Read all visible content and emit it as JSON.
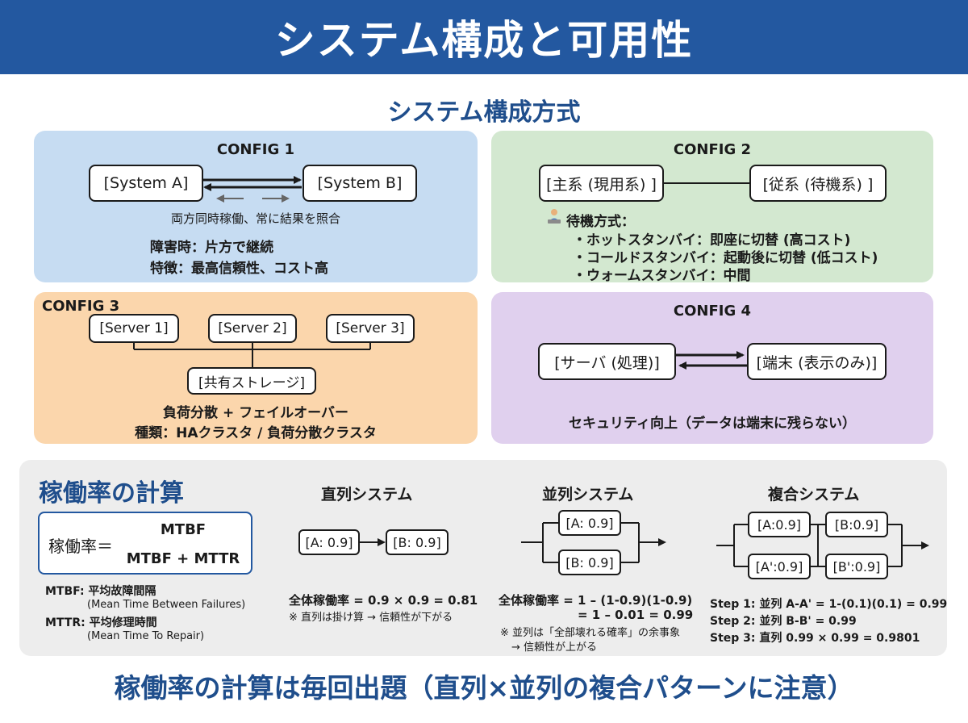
{
  "header": {
    "title": "システム構成と可用性"
  },
  "section_title": "システム構成方式",
  "config1": {
    "title": "CONFIG 1",
    "box_a": "[System A]",
    "box_b": "[System B]",
    "caption": "両方同時稼働、常に結果を照合",
    "line1": "障害時：片方で継続",
    "line2": "特徴：最高信頼性、コスト高"
  },
  "config2": {
    "title": "CONFIG 2",
    "box_main": "[主系 (現用系) ]",
    "box_sub": "[従系 (待機系) ]",
    "standby_icon": "person-at-computer-icon",
    "standby_label": "待機方式：",
    "items": [
      "・ホットスタンバイ：即座に切替 (高コスト)",
      "・コールドスタンバイ：起動後に切替 (低コスト)",
      "・ウォームスタンバイ：中間"
    ]
  },
  "config3": {
    "title": "CONFIG 3",
    "servers": [
      "[Server 1]",
      "[Server 2]",
      "[Server 3]"
    ],
    "storage": "[共有ストレージ]",
    "line1": "負荷分散 + フェイルオーバー",
    "line2": "種類：HAクラスタ / 負荷分散クラスタ"
  },
  "config4": {
    "title": "CONFIG 4",
    "box_server": "[サーバ (処理)]",
    "box_terminal": "[端末 (表示のみ)]",
    "caption": "セキュリティ向上（データは端末に残らない）"
  },
  "calc": {
    "title": "稼働率の計算",
    "formula_lhs": "稼働率＝",
    "numerator": "MTBF",
    "denominator": "MTBF + MTTR",
    "mtbf_label": "MTBF: 平均故障間隔",
    "mtbf_en": "(Mean Time Between Failures)",
    "mttr_label": "MTTR: 平均修理時間",
    "mttr_en": "(Mean Time To Repair)"
  },
  "series": {
    "title": "直列システム",
    "box_a": "[A: 0.9]",
    "box_b": "[B: 0.9]",
    "formula": "全体稼働率 = 0.9 × 0.9 = 0.81",
    "note": "※ 直列は掛け算 → 信頼性が下がる"
  },
  "parallel": {
    "title": "並列システム",
    "box_a": "[A: 0.9]",
    "box_b": "[B: 0.9]",
    "formula1": "全体稼働率 = 1 – (1-0.9)(1-0.9)",
    "formula2": "= 1 – 0.01 = 0.99",
    "note1": "※ 並列は「全部壊れる確率」の余事象",
    "note2": "→ 信頼性が上がる"
  },
  "composite": {
    "title": "複合システム",
    "box_a": "[A:0.9]",
    "box_b": "[B:0.9]",
    "box_a2": "[A':0.9]",
    "box_b2": "[B':0.9]",
    "step1": "Step 1: 並列 A-A' = 1-(0.1)(0.1) = 0.99",
    "step2": "Step 2: 並列 B-B' = 0.99",
    "step3": "Step 3: 直列 0.99 × 0.99 = 0.9801"
  },
  "footer": "稼働率の計算は毎回出題（直列×並列の複合パターンに注意）"
}
